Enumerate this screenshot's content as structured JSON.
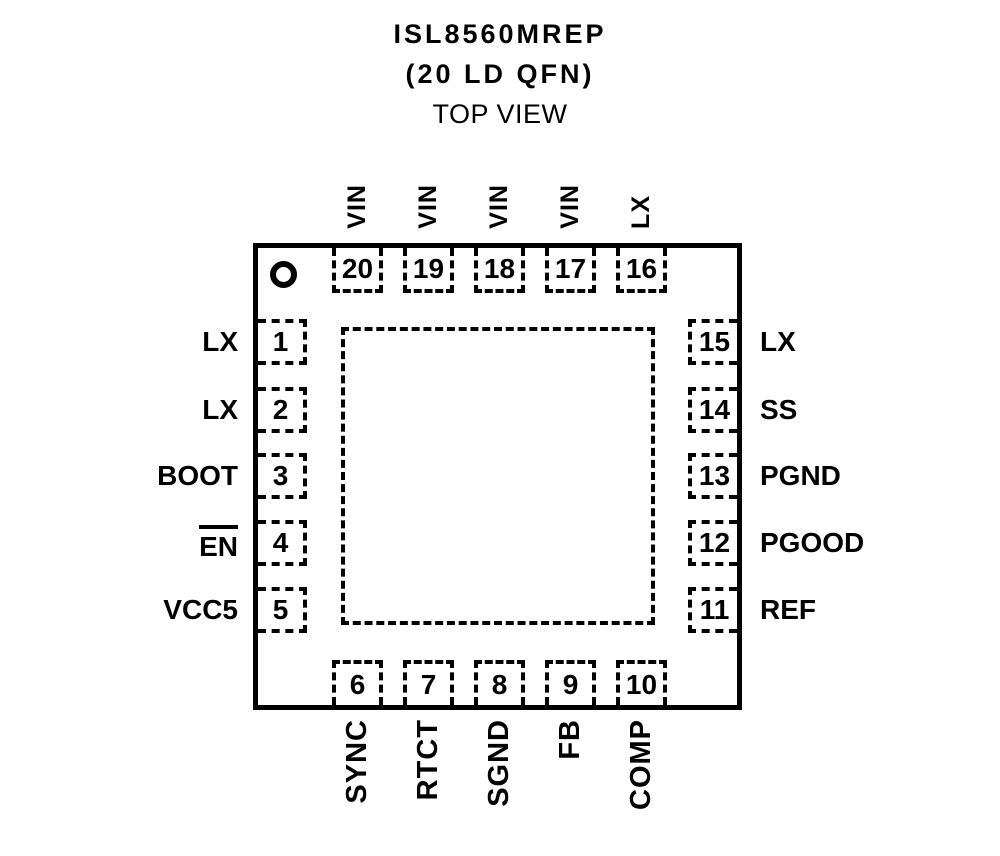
{
  "header": {
    "part_number": "ISL8560MREP",
    "package": "(20 LD QFN)",
    "view": "TOP VIEW"
  },
  "chip": {
    "pin1_indicator_icon": "circle-outline",
    "top_pins": [
      {
        "number": "20",
        "label": "VIN"
      },
      {
        "number": "19",
        "label": "VIN"
      },
      {
        "number": "18",
        "label": "VIN"
      },
      {
        "number": "17",
        "label": "VIN"
      },
      {
        "number": "16",
        "label": "LX"
      }
    ],
    "left_pins": [
      {
        "number": "1",
        "label": "LX",
        "overline": false
      },
      {
        "number": "2",
        "label": "LX",
        "overline": false
      },
      {
        "number": "3",
        "label": "BOOT",
        "overline": false
      },
      {
        "number": "4",
        "label": "EN",
        "overline": true
      },
      {
        "number": "5",
        "label": "VCC5",
        "overline": false
      }
    ],
    "right_pins": [
      {
        "number": "15",
        "label": "LX"
      },
      {
        "number": "14",
        "label": "SS"
      },
      {
        "number": "13",
        "label": "PGND"
      },
      {
        "number": "12",
        "label": "PGOOD"
      },
      {
        "number": "11",
        "label": "REF"
      }
    ],
    "bottom_pins": [
      {
        "number": "6",
        "label": "SYNC"
      },
      {
        "number": "7",
        "label": "RTCT"
      },
      {
        "number": "8",
        "label": "SGND"
      },
      {
        "number": "9",
        "label": "FB"
      },
      {
        "number": "10",
        "label": "COMP"
      }
    ]
  },
  "colors": {
    "ink": "#000000",
    "paper": "#ffffff"
  }
}
